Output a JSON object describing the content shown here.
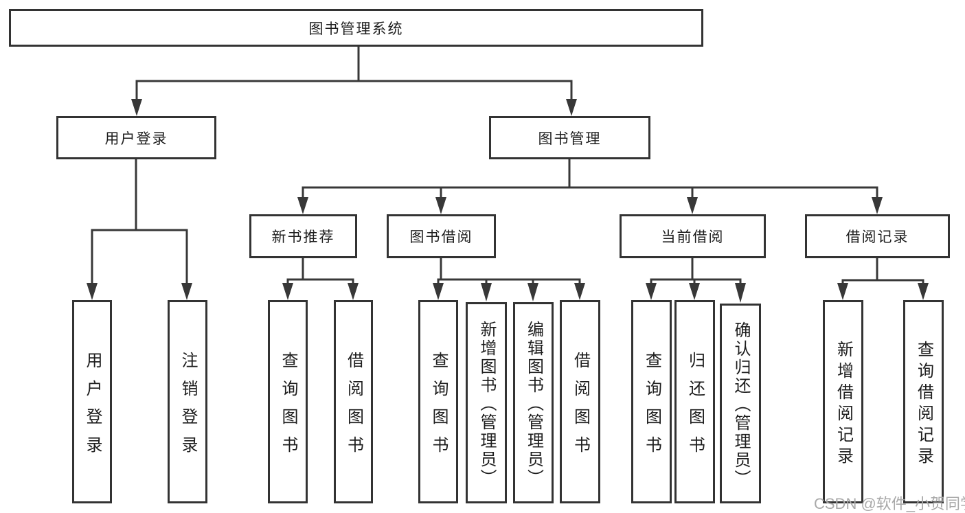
{
  "diagram": {
    "type": "hierarchy-tree",
    "root": {
      "label": "图书管理系统"
    },
    "level1": [
      {
        "id": "user-login",
        "label": "用户登录",
        "parent": "图书管理系统"
      },
      {
        "id": "book-management",
        "label": "图书管理",
        "parent": "图书管理系统"
      }
    ],
    "level2": [
      {
        "id": "new-book-recommend",
        "label": "新书推荐",
        "parent": "图书管理"
      },
      {
        "id": "book-borrowing",
        "label": "图书借阅",
        "parent": "图书管理"
      },
      {
        "id": "current-borrowing",
        "label": "当前借阅",
        "parent": "图书管理"
      },
      {
        "id": "borrowing-records",
        "label": "借阅记录",
        "parent": "图书管理"
      }
    ],
    "leaves": [
      {
        "id": "user-login-leaf",
        "label": "用户登录",
        "parent": "用户登录"
      },
      {
        "id": "logout",
        "label": "注销登录",
        "parent": "用户登录"
      },
      {
        "id": "query-books-rec",
        "label": "查询图书",
        "parent": "新书推荐"
      },
      {
        "id": "borrow-books-rec",
        "label": "借阅图书",
        "parent": "新书推荐"
      },
      {
        "id": "query-books-borrow",
        "label": "查询图书",
        "parent": "图书借阅"
      },
      {
        "id": "add-books-admin",
        "label": "新增图书（管理员）",
        "parent": "图书借阅"
      },
      {
        "id": "edit-books-admin",
        "label": "编辑图书（管理员）",
        "parent": "图书借阅"
      },
      {
        "id": "borrow-books-borrow",
        "label": "借阅图书",
        "parent": "图书借阅"
      },
      {
        "id": "query-books-current",
        "label": "查询图书",
        "parent": "当前借阅"
      },
      {
        "id": "return-books",
        "label": "归还图书",
        "parent": "当前借阅"
      },
      {
        "id": "confirm-return-admin",
        "label": "确认归还（管理员）",
        "parent": "当前借阅"
      },
      {
        "id": "add-borrow-record",
        "label": "新增借阅记录",
        "parent": "借阅记录"
      },
      {
        "id": "query-borrow-record",
        "label": "查询借阅记录",
        "parent": "借阅记录"
      }
    ]
  },
  "watermark": "CSDN @软件_小贺同学",
  "colors": {
    "line": "#383838",
    "box_border": "#333333",
    "text": "#1e1e1e",
    "watermark": "#a9a9a9",
    "background": "#ffffff"
  }
}
